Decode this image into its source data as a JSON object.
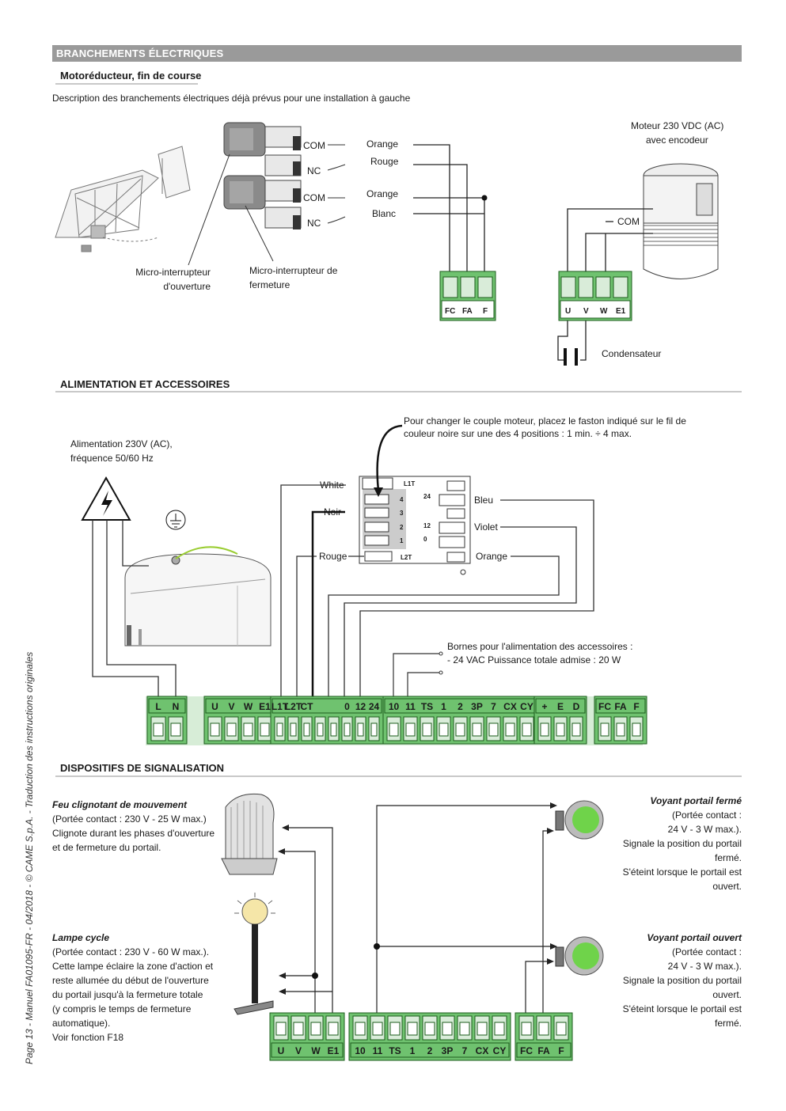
{
  "header": {
    "section_title": "BRANCHEMENTS ÉLECTRIQUES",
    "subsection_title": "Motoréducteur, fin de course",
    "intro": "Description des branchements électriques déjà prévus pour une installation à gauche"
  },
  "motor_section": {
    "motor_label_line1": "Moteur 230 VDC (AC)",
    "motor_label_line2": "avec encodeur",
    "switch_labels": {
      "com1": "COM",
      "nc1": "NC",
      "com2": "COM",
      "nc2": "NC"
    },
    "wire_colors": {
      "w1": "Orange",
      "w2": "Rouge",
      "w3": "Orange",
      "w4": "Blanc"
    },
    "micro_open_line1": "Micro-interrupteur",
    "micro_open_line2": "d'ouverture",
    "micro_close_line1": "Micro-interrupteur de",
    "micro_close_line2": "fermeture",
    "com_label": "COM",
    "terminals_a": [
      "FC",
      "FA",
      "F"
    ],
    "terminals_b": [
      "U",
      "V",
      "W",
      "E1"
    ],
    "capacitor_label": "Condensateur"
  },
  "power_section": {
    "title": "ALIMENTATION ET ACCESSOIRES",
    "supply_line1": "Alimentation 230V (AC),",
    "supply_line2": "fréquence 50/60 Hz",
    "note_line1": "Pour changer le couple moteur, placez le faston indiqué sur le fil de",
    "note_line2": "couleur noire sur une des 4 positions : 1 min. ÷ 4 max.",
    "wire_white": "White",
    "wire_black": "Noir",
    "wire_red": "Rouge",
    "wire_blue": "Bleu",
    "wire_violet": "Violet",
    "wire_orange": "Orange",
    "transformer_labels": {
      "l1t": "L1T",
      "l2t": "L2T",
      "v24": "24",
      "v12": "12",
      "v0": "0",
      "p4": "4",
      "p3": "3",
      "p2": "2",
      "p1": "1"
    },
    "accessories_line1": "Bornes pour l'alimentation des accessoires :",
    "accessories_line2": "- 24 VAC Puissance totale admise : 20 W",
    "terminal_groups": [
      [
        "L",
        "N"
      ],
      [
        "U",
        "V",
        "W",
        "E1"
      ],
      [
        "L1T",
        "L2T",
        "CT",
        "",
        "",
        "0",
        "12",
        "24"
      ],
      [
        "10",
        "11",
        "TS",
        "1",
        "2",
        "3P",
        "7",
        "CX",
        "CY"
      ],
      [
        "+",
        "E",
        "D"
      ],
      [
        "FC",
        "FA",
        "F"
      ]
    ]
  },
  "signal_section": {
    "title": "DISPOSITIFS DE SIGNALISATION",
    "flasher_title": "Feu clignotant de mouvement",
    "flasher_l1": "(Portée contact : 230 V - 25 W max.)",
    "flasher_l2": "Clignote durant les phases d'ouverture",
    "flasher_l3": "et de fermeture du portail.",
    "lamp_title": "Lampe cycle",
    "lamp_l1": "(Portée contact : 230 V - 60 W max.).",
    "lamp_l2": "Cette lampe éclaire la zone d'action et",
    "lamp_l3": "reste allumée du début de l'ouverture",
    "lamp_l4": "du portail jusqu'à la fermeture totale",
    "lamp_l5": "(y compris le temps de fermeture",
    "lamp_l6": "automatique).",
    "lamp_l7": "Voir fonction F18",
    "closed_title": "Voyant portail fermé",
    "closed_l1": "(Portée contact :",
    "closed_l2": "24 V - 3 W max.).",
    "closed_l3": "Signale la position du portail",
    "closed_l4": "fermé.",
    "closed_l5": "S'éteint lorsque le portail est",
    "closed_l6": "ouvert.",
    "open_title": "Voyant portail ouvert",
    "open_l1": "(Portée contact :",
    "open_l2": "24 V - 3 W max.).",
    "open_l3": "Signale la position du portail",
    "open_l4": "ouvert.",
    "open_l5": "S'éteint lorsque le portail est",
    "open_l6": "fermé.",
    "terminals_1": [
      "U",
      "V",
      "W",
      "E1"
    ],
    "terminals_2": [
      "10",
      "11",
      "TS",
      "1",
      "2",
      "3P",
      "7",
      "CX",
      "CY"
    ],
    "terminals_3": [
      "FC",
      "FA",
      "F"
    ]
  },
  "footer": {
    "side_text": "Page 13 - Manuel FA01095-FR - 04/2018 - © CAME S.p.A. - Traduction des instructions originales"
  }
}
